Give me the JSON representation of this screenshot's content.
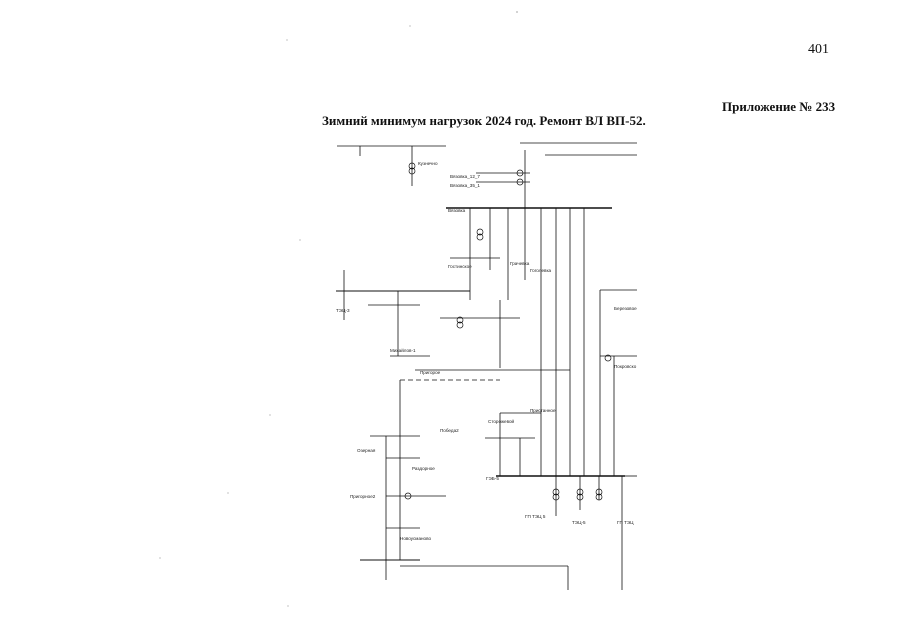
{
  "page": {
    "number": "401",
    "appendix": "Приложение № 233",
    "title": "Зимний минимум нагрузок 2024 год. Ремонт ВЛ ВП-52."
  },
  "diagram": {
    "labels": [
      "Вязовка_12_7",
      "Вязовка_35_1",
      "Вязовка",
      "Кузнечно",
      "Гостинское",
      "Михайлов-1",
      "Грачевка",
      "Пристанное",
      "Сторожевой",
      "Пригорое",
      "Пригорное2",
      "Озерная",
      "Победа2",
      "Раздорное",
      "Гоголевка",
      "Новоусманово",
      "Березовое",
      "Покровско",
      "ГЭБ-5",
      "ГП ТЭЦ 5",
      "ГП ТЭЦ",
      "ТЭЦ-5",
      "ТЭЦ-3"
    ]
  }
}
